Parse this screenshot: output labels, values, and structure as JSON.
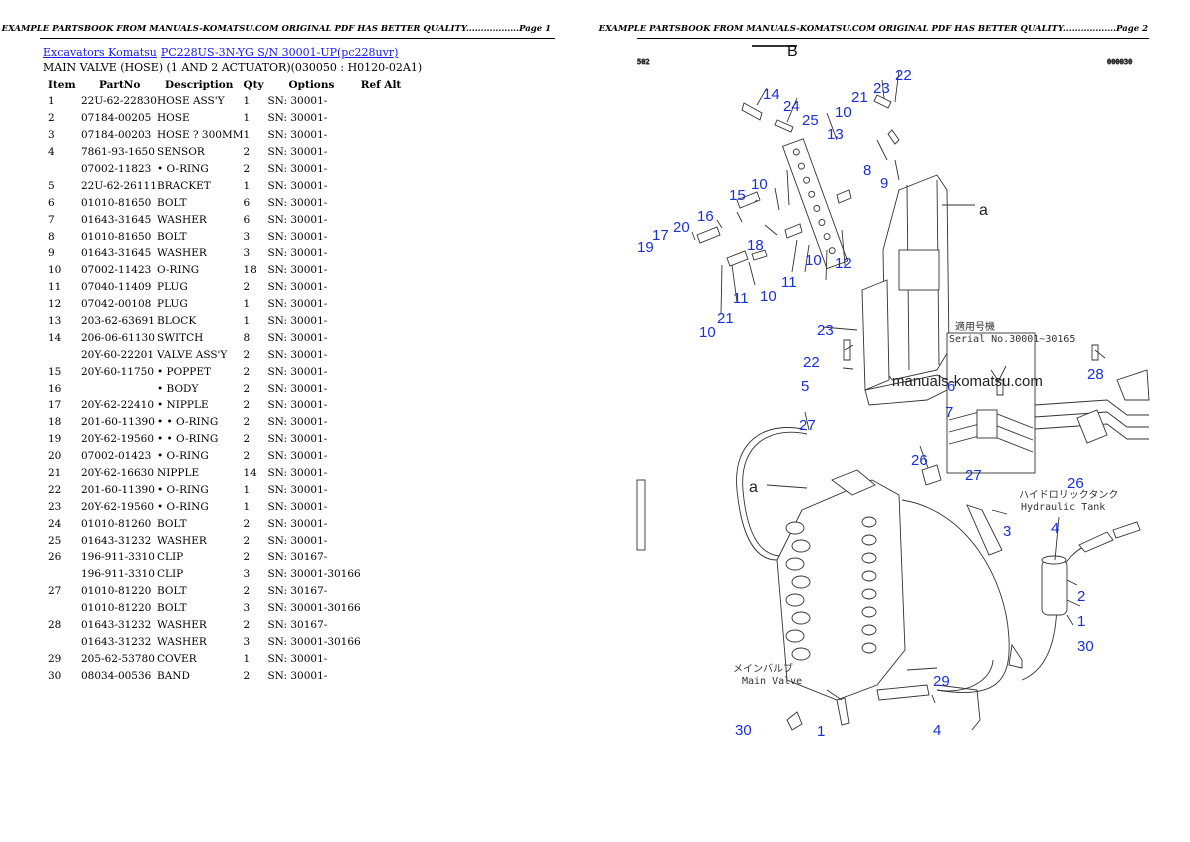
{
  "pages": [
    {
      "header": "EXAMPLE PARTSBOOK FROM MANUALS-KOMATSU.COM ORIGINAL PDF HAS BETTER QUALITY..................Page 1"
    },
    {
      "header": "EXAMPLE PARTSBOOK FROM MANUALS-KOMATSU.COM ORIGINAL PDF HAS BETTER QUALITY..................Page 2"
    }
  ],
  "breadcrumb": {
    "link1": "Excavators Komatsu",
    "link2": "PC228US-3N-YG S/N  30001-UP(pc228uvr)"
  },
  "subtitle": "MAIN VALVE (HOSE) (1 AND 2 ACTUATOR)(030050 : H0120-02A1)",
  "columns": [
    "Item",
    "PartNo",
    "Description",
    "Qty",
    "Options",
    "Ref Alt"
  ],
  "rows": [
    [
      "1",
      "22U-62-22830",
      "HOSE ASS'Y",
      "1",
      "SN: 30001-"
    ],
    [
      "2",
      "07184-00205",
      "HOSE",
      "1",
      "SN: 30001-"
    ],
    [
      "3",
      "07184-00203",
      "HOSE ? 300MM",
      "1",
      "SN: 30001-"
    ],
    [
      "4",
      "7861-93-1650",
      "SENSOR",
      "2",
      "SN: 30001-"
    ],
    [
      "",
      "07002-11823",
      "• O-RING",
      "2",
      "SN: 30001-"
    ],
    [
      "5",
      "22U-62-26111",
      "BRACKET",
      "1",
      "SN: 30001-"
    ],
    [
      "6",
      "01010-81650",
      "BOLT",
      "6",
      "SN: 30001-"
    ],
    [
      "7",
      "01643-31645",
      "WASHER",
      "6",
      "SN: 30001-"
    ],
    [
      "8",
      "01010-81650",
      "BOLT",
      "3",
      "SN: 30001-"
    ],
    [
      "9",
      "01643-31645",
      "WASHER",
      "3",
      "SN: 30001-"
    ],
    [
      "10",
      "07002-11423",
      "O-RING",
      "18",
      "SN: 30001-"
    ],
    [
      "11",
      "07040-11409",
      "PLUG",
      "2",
      "SN: 30001-"
    ],
    [
      "12",
      "07042-00108",
      "PLUG",
      "1",
      "SN: 30001-"
    ],
    [
      "13",
      "203-62-63691",
      "BLOCK",
      "1",
      "SN: 30001-"
    ],
    [
      "14",
      "206-06-61130",
      "SWITCH",
      "8",
      "SN: 30001-"
    ],
    [
      "",
      "20Y-60-22201",
      "VALVE ASS'Y",
      "2",
      "SN: 30001-"
    ],
    [
      "15",
      "20Y-60-11750",
      "• POPPET",
      "2",
      "SN: 30001-"
    ],
    [
      "16",
      "",
      "• BODY",
      "2",
      "SN: 30001-"
    ],
    [
      "17",
      "20Y-62-22410",
      "• NIPPLE",
      "2",
      "SN: 30001-"
    ],
    [
      "18",
      "201-60-11390",
      "• • O-RING",
      "2",
      "SN: 30001-"
    ],
    [
      "19",
      "20Y-62-19560",
      "• • O-RING",
      "2",
      "SN: 30001-"
    ],
    [
      "20",
      "07002-01423",
      "• O-RING",
      "2",
      "SN: 30001-"
    ],
    [
      "21",
      "20Y-62-16630",
      "NIPPLE",
      "14",
      "SN: 30001-"
    ],
    [
      "22",
      "201-60-11390",
      "• O-RING",
      "1",
      "SN: 30001-"
    ],
    [
      "23",
      "20Y-62-19560",
      "• O-RING",
      "1",
      "SN: 30001-"
    ],
    [
      "24",
      "01010-81260",
      "BOLT",
      "2",
      "SN: 30001-"
    ],
    [
      "25",
      "01643-31232",
      "WASHER",
      "2",
      "SN: 30001-"
    ],
    [
      "26",
      "196-911-3310",
      "CLIP",
      "2",
      "SN: 30167-"
    ],
    [
      "",
      "196-911-3310",
      "CLIP",
      "3",
      "SN: 30001-30166"
    ],
    [
      "27",
      "01010-81220",
      "BOLT",
      "2",
      "SN: 30167-"
    ],
    [
      "",
      "01010-81220",
      "BOLT",
      "3",
      "SN: 30001-30166"
    ],
    [
      "28",
      "01643-31232",
      "WASHER",
      "2",
      "SN: 30167-"
    ],
    [
      "",
      "01643-31232",
      "WASHER",
      "3",
      "SN: 30001-30166"
    ],
    [
      "29",
      "205-62-53780",
      "COVER",
      "1",
      "SN: 30001-"
    ],
    [
      "30",
      "08034-00536",
      "BAND",
      "2",
      "SN: 30001-"
    ]
  ],
  "diagram": {
    "callouts": [
      "14",
      "24",
      "25",
      "13",
      "21",
      "23",
      "22",
      "10",
      "8",
      "9",
      "10",
      "15",
      "16",
      "20",
      "17",
      "19",
      "18",
      "12",
      "10",
      "11",
      "10",
      "11",
      "10",
      "21",
      "23",
      "22",
      "5",
      "6",
      "7",
      "27",
      "28",
      "26",
      "27",
      "26",
      "3",
      "4",
      "2",
      "1",
      "30",
      "29",
      "30",
      "1",
      "4",
      "3",
      "2"
    ],
    "letters": {
      "b": "B",
      "a1": "a",
      "a2": "a"
    },
    "serial_label_jp": "適用号機",
    "serial_label": "Serial No.30001~30165",
    "tank_label_jp": "ハイドロリックタンク",
    "tank_label": "Hydraulic Tank",
    "valve_label_jp": "メインバルブ",
    "valve_label": "Main Valve",
    "watermark": "manuals-komatsu.com",
    "corner_left": "502",
    "corner_right": "000030"
  }
}
